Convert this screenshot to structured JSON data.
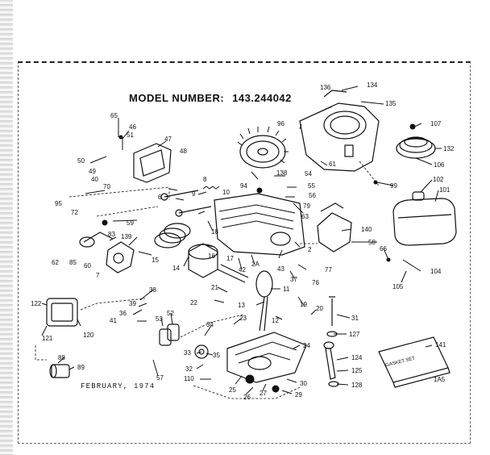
{
  "header": {
    "title": "MODEL NUMBER:",
    "model_number": "143.244042"
  },
  "footer": {
    "date": "FEBRUARY, 1974"
  },
  "gasket_kit": {
    "text": "GASKET SET"
  },
  "callouts": [
    {
      "label": "134"
    },
    {
      "label": "136"
    },
    {
      "label": "135"
    },
    {
      "label": "107"
    },
    {
      "label": "132"
    },
    {
      "label": "106"
    },
    {
      "label": "102"
    },
    {
      "label": "101"
    },
    {
      "label": "96"
    },
    {
      "label": "61"
    },
    {
      "label": "99"
    },
    {
      "label": "65"
    },
    {
      "label": "46"
    },
    {
      "label": "51"
    },
    {
      "label": "47"
    },
    {
      "label": "48"
    },
    {
      "label": "50"
    },
    {
      "label": "49"
    },
    {
      "label": "40"
    },
    {
      "label": "70"
    },
    {
      "label": "95"
    },
    {
      "label": "72"
    },
    {
      "label": "8"
    },
    {
      "label": "10"
    },
    {
      "label": "9"
    },
    {
      "label": "6"
    },
    {
      "label": "94"
    },
    {
      "label": "138"
    },
    {
      "label": "54"
    },
    {
      "label": "55"
    },
    {
      "label": "56"
    },
    {
      "label": "79"
    },
    {
      "label": "63"
    },
    {
      "label": "140"
    },
    {
      "label": "58"
    },
    {
      "label": "66"
    },
    {
      "label": "104"
    },
    {
      "label": "105"
    },
    {
      "label": "59"
    },
    {
      "label": "83"
    },
    {
      "label": "139"
    },
    {
      "label": "62"
    },
    {
      "label": "85"
    },
    {
      "label": "60"
    },
    {
      "label": "7"
    },
    {
      "label": "15"
    },
    {
      "label": "14"
    },
    {
      "label": "18"
    },
    {
      "label": "16"
    },
    {
      "label": "2"
    },
    {
      "label": "17"
    },
    {
      "label": "42"
    },
    {
      "label": "2A"
    },
    {
      "label": "43"
    },
    {
      "label": "37"
    },
    {
      "label": "77"
    },
    {
      "label": "76"
    },
    {
      "label": "38"
    },
    {
      "label": "39"
    },
    {
      "label": "122"
    },
    {
      "label": "121"
    },
    {
      "label": "120"
    },
    {
      "label": "21"
    },
    {
      "label": "22"
    },
    {
      "label": "13"
    },
    {
      "label": "11"
    },
    {
      "label": "19"
    },
    {
      "label": "20"
    },
    {
      "label": "12"
    },
    {
      "label": "23"
    },
    {
      "label": "36"
    },
    {
      "label": "41"
    },
    {
      "label": "53"
    },
    {
      "label": "52"
    },
    {
      "label": "31"
    },
    {
      "label": "127"
    },
    {
      "label": "34"
    },
    {
      "label": "33"
    },
    {
      "label": "35"
    },
    {
      "label": "32"
    },
    {
      "label": "24"
    },
    {
      "label": "88"
    },
    {
      "label": "89"
    },
    {
      "label": "57"
    },
    {
      "label": "110"
    },
    {
      "label": "25"
    },
    {
      "label": "27"
    },
    {
      "label": "26"
    },
    {
      "label": "30"
    },
    {
      "label": "29"
    },
    {
      "label": "124"
    },
    {
      "label": "125"
    },
    {
      "label": "128"
    },
    {
      "label": "141"
    },
    {
      "label": "1A5"
    }
  ]
}
